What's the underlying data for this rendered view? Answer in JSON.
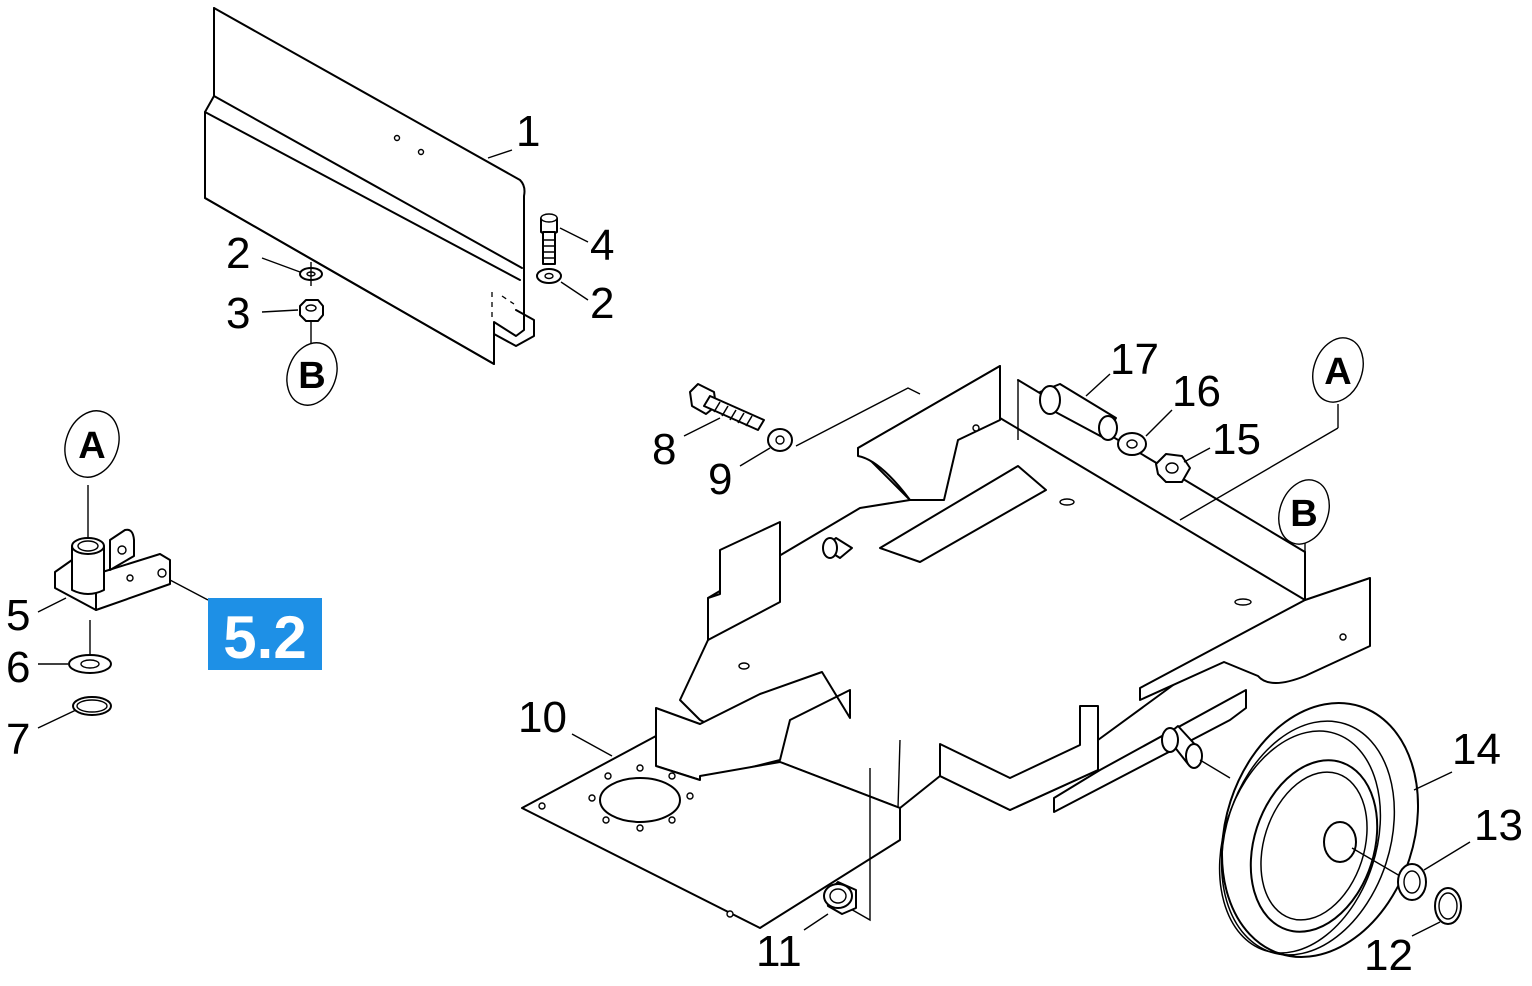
{
  "callouts": [
    "1",
    "2",
    "3",
    "4",
    "2",
    "5",
    "6",
    "7",
    "8",
    "9",
    "10",
    "11",
    "12",
    "13",
    "14",
    "15",
    "16",
    "17"
  ],
  "badges": {
    "a_left": "A",
    "b_top": "B",
    "a_right": "A",
    "b_right": "B"
  },
  "reference": {
    "label": "5.2",
    "color": "#1e90e6"
  }
}
